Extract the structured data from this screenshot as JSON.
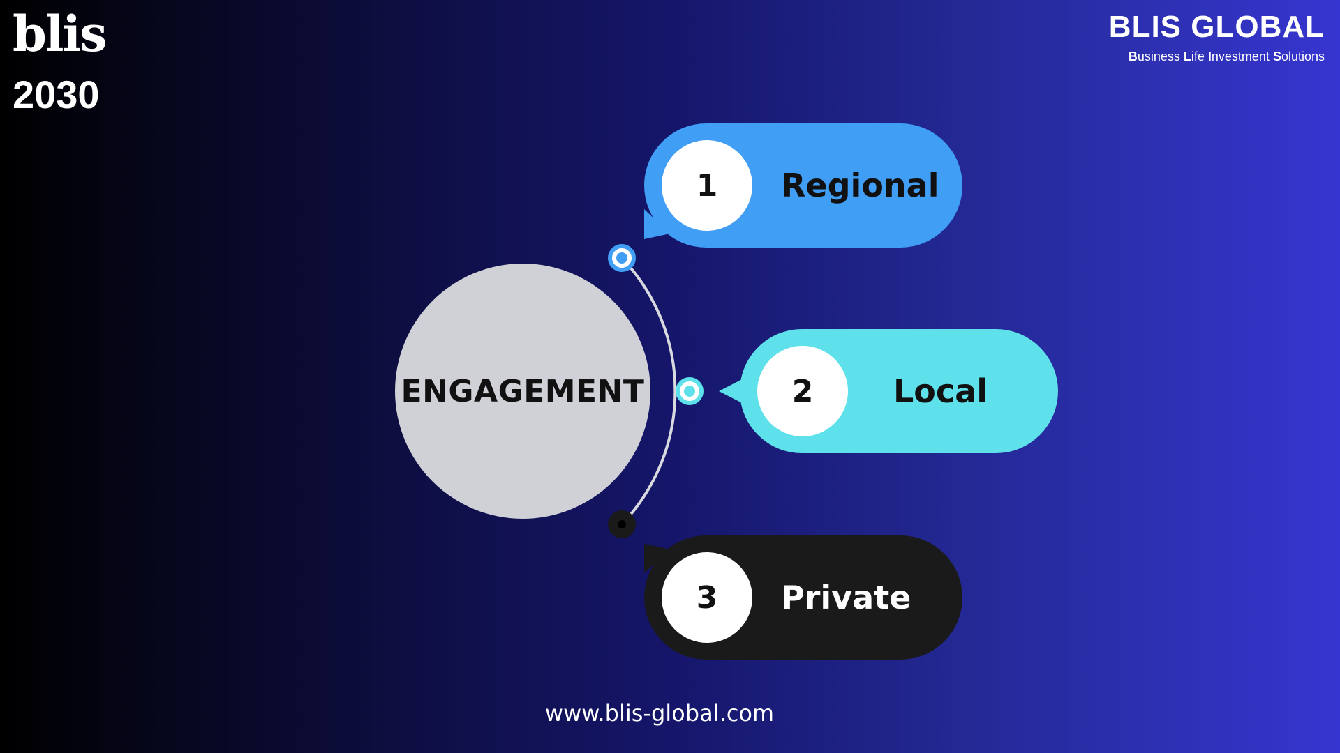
{
  "logo": {
    "word": "blis",
    "year": "2030"
  },
  "brand": {
    "name": "BLIS GLOBAL",
    "tagline_parts": [
      {
        "initial": "B",
        "rest": "usiness "
      },
      {
        "initial": "L",
        "rest": "ife "
      },
      {
        "initial": "I",
        "rest": "nvestment "
      },
      {
        "initial": "S",
        "rest": "olutions"
      }
    ]
  },
  "center": {
    "label": "ENGAGEMENT"
  },
  "items": [
    {
      "number": "1",
      "label": "Regional",
      "color": "#419ef5"
    },
    {
      "number": "2",
      "label": "Local",
      "color": "#5ee1ea"
    },
    {
      "number": "3",
      "label": "Private",
      "color": "#1a1a1a"
    }
  ],
  "colors": {
    "connector_line": "#d9d9e0",
    "node_ring_1": "#419ef5",
    "node_ring_2": "#5ee1ea",
    "node_ring_3": "#1a1a1a"
  },
  "footer": {
    "url": "www.blis-global.com"
  }
}
